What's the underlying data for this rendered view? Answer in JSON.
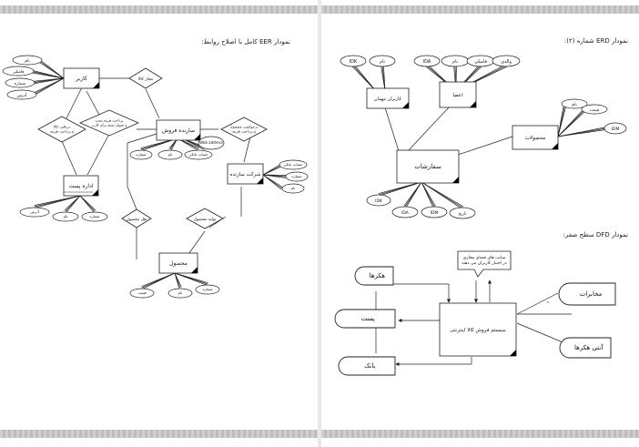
{
  "left_page": {
    "title": "نمودار EER کامل با اصلاح روابط:",
    "entities": {
      "user": "کاربر",
      "store_maker": "سازنده فروش",
      "company_maker": "شرکت سازنده",
      "post_office": "اداره پست",
      "product": "محصول"
    },
    "relations": {
      "legal_goods": "مجاز کالا",
      "receive_order": "دریافت کالا\nو پرداخت هزینه",
      "pay_post": "پرداخت هزینه پست\nو تحویل بسته برای کاربر",
      "order_company": "درخواست محصول\nو پرداخت هزینه",
      "transfer_product": "نقل محصول",
      "produce_product": "تولید محصول"
    },
    "user_attrs": [
      "نام",
      "فامیلی",
      "شماره",
      "آدرس"
    ],
    "store_attrs": [
      "شماره",
      "نام",
      "حساب بانکی",
      "Web address"
    ],
    "company_attrs": [
      "حساب بانکی",
      "شماره",
      "نام"
    ],
    "post_attrs": [
      "آدرس",
      "نام",
      "شماره"
    ],
    "product_attrs": [
      "قیمت",
      "نام",
      "شماره"
    ]
  },
  "right_page": {
    "erd_title": "نمودار ERD شماره (۲):",
    "dfd_title": "نمودار DFD سطح صفر:",
    "erd": {
      "guest_user": "کاربران مهمان",
      "members": "اعضا",
      "products": "محصولات",
      "orders": "سفارشات",
      "guest_attrs": [
        "IDK",
        "نام"
      ],
      "member_attrs": [
        "IDA",
        "نام",
        "فامیلی",
        "والدی"
      ],
      "product_attrs": [
        "نام",
        "قیمت",
        "IDM"
      ],
      "order_attrs": [
        "IDK",
        "IDA",
        "IDM",
        "تاریخ"
      ]
    },
    "dfd": {
      "system": "سیستم فروش کالا اینترنتی",
      "sites": "سایت های فضای مجازی\nدر اختیار کاربران می دهند",
      "hackers": "هکرها",
      "post": "پست",
      "bank": "بانک",
      "telecom": "مخابرات",
      "anti_hackers": "آنتی هکرها"
    }
  }
}
